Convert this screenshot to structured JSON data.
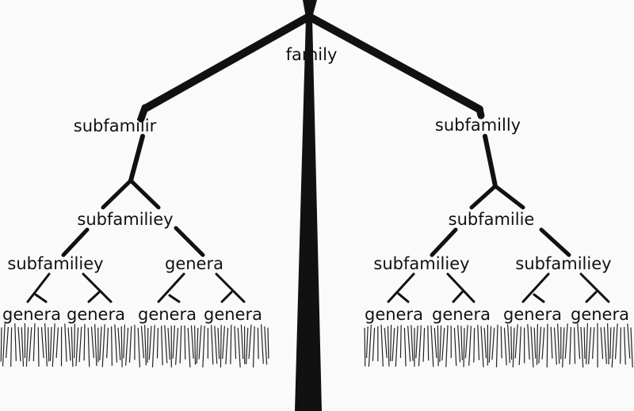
{
  "root": "family",
  "left": {
    "subfamily": "subfamilir",
    "level2": "subfamiliey",
    "level3": [
      "subfamiliey",
      "genera"
    ],
    "leaves": [
      "genera",
      "genera",
      "genera",
      "genera"
    ]
  },
  "right": {
    "subfamily": "subfamilly",
    "level2": "subfamilie",
    "level3": [
      "subfamiliey",
      "subfamiliey"
    ],
    "leaves": [
      "genera",
      "genera",
      "genera",
      "genera"
    ]
  },
  "colors": {
    "ink": "#111111",
    "background": "#fafafa"
  }
}
